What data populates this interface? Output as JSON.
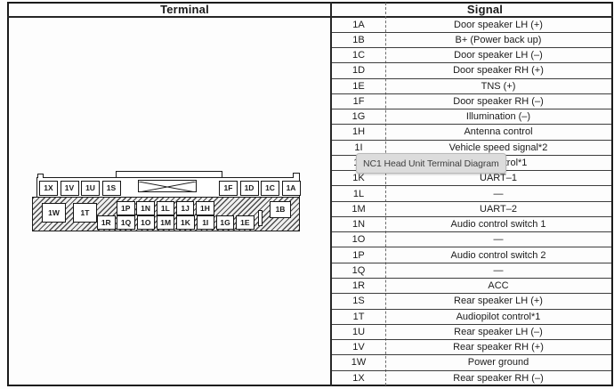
{
  "table": {
    "headers": {
      "terminal": "Terminal",
      "signal": "Signal"
    },
    "rows": [
      {
        "id": "1A",
        "signal": "Door speaker LH (+)"
      },
      {
        "id": "1B",
        "signal": "B+ (Power back up)"
      },
      {
        "id": "1C",
        "signal": "Door speaker LH (–)"
      },
      {
        "id": "1D",
        "signal": "Door speaker RH (+)"
      },
      {
        "id": "1E",
        "signal": "TNS (+)"
      },
      {
        "id": "1F",
        "signal": "Door speaker RH (–)"
      },
      {
        "id": "1G",
        "signal": "Illumination (–)"
      },
      {
        "id": "1H",
        "signal": "Antenna control"
      },
      {
        "id": "1I",
        "signal": "Vehicle speed signal*2"
      },
      {
        "id": "1J",
        "signal": "control*1",
        "signal_partially_hidden_by_tooltip": true
      },
      {
        "id": "1K",
        "signal": "UART–1"
      },
      {
        "id": "1L",
        "signal": "—"
      },
      {
        "id": "1M",
        "signal": "UART–2"
      },
      {
        "id": "1N",
        "signal": "Audio control switch 1"
      },
      {
        "id": "1O",
        "signal": "—"
      },
      {
        "id": "1P",
        "signal": "Audio control switch 2"
      },
      {
        "id": "1Q",
        "signal": "—"
      },
      {
        "id": "1R",
        "signal": "ACC"
      },
      {
        "id": "1S",
        "signal": "Rear speaker LH (+)"
      },
      {
        "id": "1T",
        "signal": "Audiopilot control*1"
      },
      {
        "id": "1U",
        "signal": "Rear speaker LH (–)"
      },
      {
        "id": "1V",
        "signal": "Rear speaker RH (+)"
      },
      {
        "id": "1W",
        "signal": "Power ground"
      },
      {
        "id": "1X",
        "signal": "Rear speaker RH (–)"
      }
    ]
  },
  "tooltip": {
    "text": "NC1 Head Unit Terminal Diagram"
  },
  "connector": {
    "top_row_left": [
      "1X",
      "1V",
      "1U",
      "1S"
    ],
    "top_row_right": [
      "1F",
      "1D",
      "1C",
      "1A"
    ],
    "large_pins": [
      "1W",
      "1T"
    ],
    "upper_row": [
      "1P",
      "1N",
      "1L",
      "1J",
      "1H"
    ],
    "lower_row": [
      "1R",
      "1Q",
      "1O",
      "1M",
      "1K",
      "1I",
      "1G",
      "1E"
    ],
    "side_pin": "1B"
  },
  "colors": {
    "tooltip_bg": "#dcdcdc",
    "tooltip_border": "#b9b9b9",
    "tooltip_text": "#3e3e3e",
    "line": "#3d3d3d",
    "text": "#1b1b1b"
  }
}
